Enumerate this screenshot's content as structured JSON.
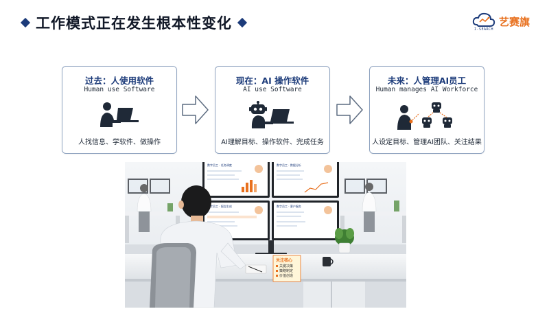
{
  "header": {
    "title": "工作模式正在发生根本性变化"
  },
  "logo": {
    "brand": "艺赛旗",
    "sub": "I-SEARCH"
  },
  "cards": {
    "past": {
      "title": "过去：人使用软件",
      "subtitle": "Human use Software",
      "desc": "人找信息、学软件、做操作"
    },
    "now": {
      "title": "现在：AI 操作软件",
      "subtitle": "AI use Software",
      "desc": "AI理解目标、操作软件、完成任务"
    },
    "future": {
      "title": "未来：人管理AI员工",
      "subtitle": "Human manages AI Workforce",
      "desc": "人设定目标、管理AI团队、关注结果"
    }
  },
  "scene": {
    "monitors": [
      "数字员工 · 任务调度",
      "数字员工 · 数据分析",
      "数字员工 · 报告生成",
      "数字员工 · 客户服务"
    ],
    "note": {
      "title": "关注核心",
      "items": [
        "关键决策",
        "策略制定",
        "价值创造"
      ]
    }
  },
  "colors": {
    "primary": "#1c3b7a",
    "accent": "#e8701e",
    "border": "#8fa3c0"
  }
}
